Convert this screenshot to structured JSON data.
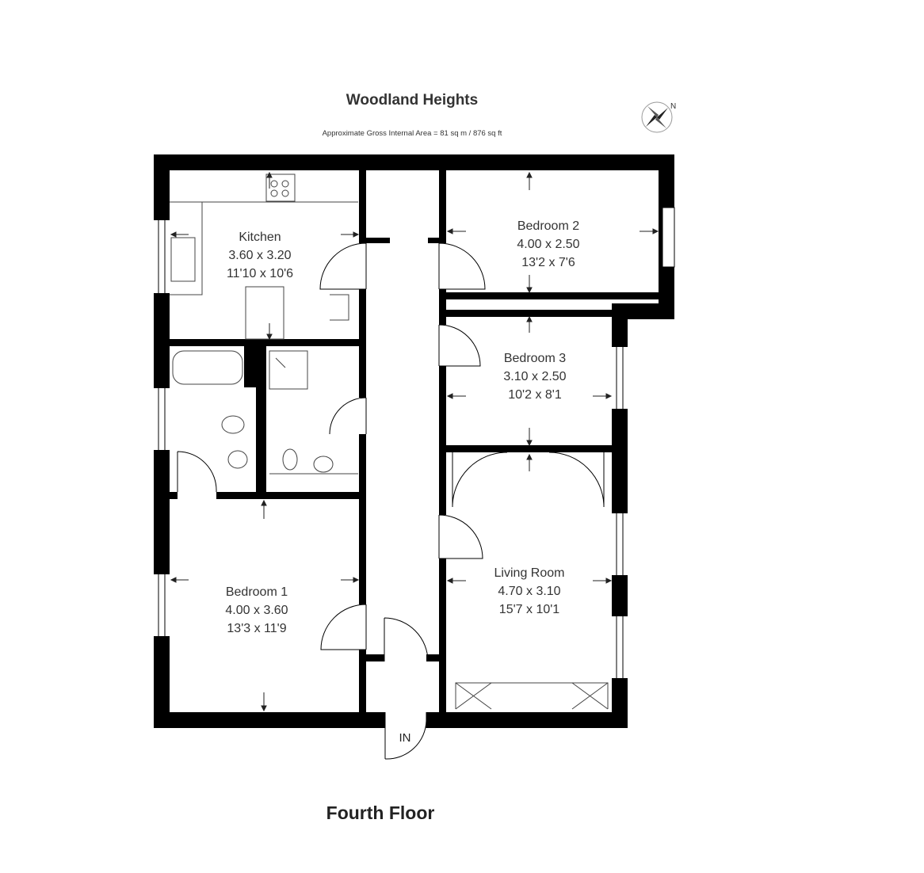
{
  "plan": {
    "title": "Woodland Heights",
    "subtitle": "Approximate Gross Internal Area = 81 sq m / 876 sq ft",
    "floor_label": "Fourth Floor",
    "entrance_label": "IN",
    "north_label": "N",
    "compass_icon": "compass-rose-icon",
    "wall_color": "#000000"
  },
  "rooms": [
    {
      "id": "kitchen",
      "name": "Kitchen",
      "metric": "3.60 x 3.20",
      "imperial": "11'10 x 10'6"
    },
    {
      "id": "bedroom-2",
      "name": "Bedroom 2",
      "metric": "4.00 x 2.50",
      "imperial": "13'2 x 7'6"
    },
    {
      "id": "bedroom-3",
      "name": "Bedroom 3",
      "metric": "3.10 x 2.50",
      "imperial": "10'2 x 8'1"
    },
    {
      "id": "bedroom-1",
      "name": "Bedroom 1",
      "metric": "4.00 x 3.60",
      "imperial": "13'3 x 11'9"
    },
    {
      "id": "living-room",
      "name": "Living Room",
      "metric": "4.70 x 3.10",
      "imperial": "15'7 x 10'1"
    }
  ]
}
